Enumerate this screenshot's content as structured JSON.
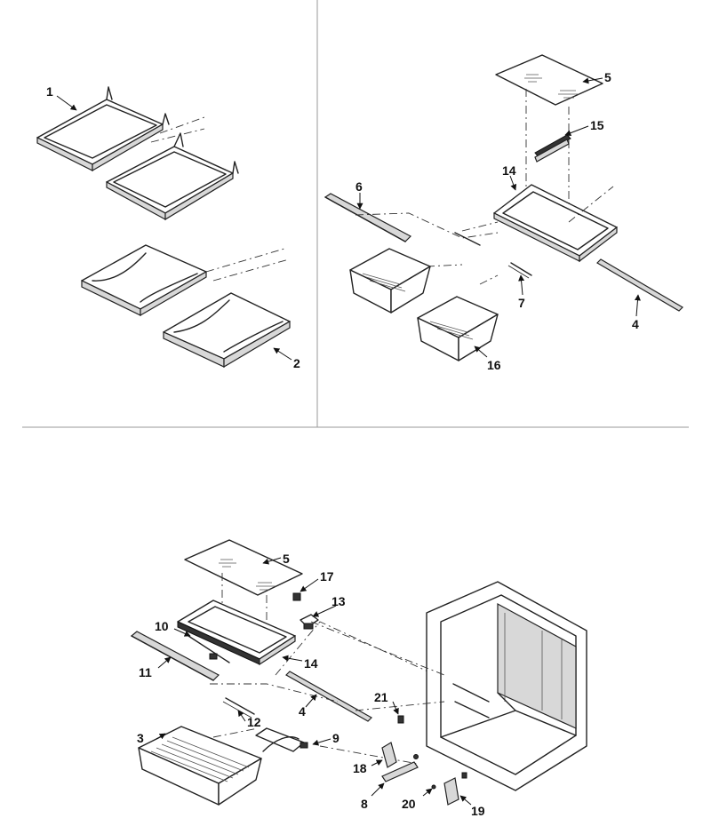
{
  "callouts": {
    "c1": "1",
    "c2": "2",
    "c3": "3",
    "c4a": "4",
    "c4b": "4",
    "c5a": "5",
    "c5b": "5",
    "c6": "6",
    "c7": "7",
    "c8": "8",
    "c9": "9",
    "c10": "10",
    "c11": "11",
    "c12": "12",
    "c13": "13",
    "c14a": "14",
    "c14b": "14",
    "c15": "15",
    "c16": "16",
    "c17": "17",
    "c18": "18",
    "c19": "19",
    "c20": "20",
    "c21": "21"
  }
}
